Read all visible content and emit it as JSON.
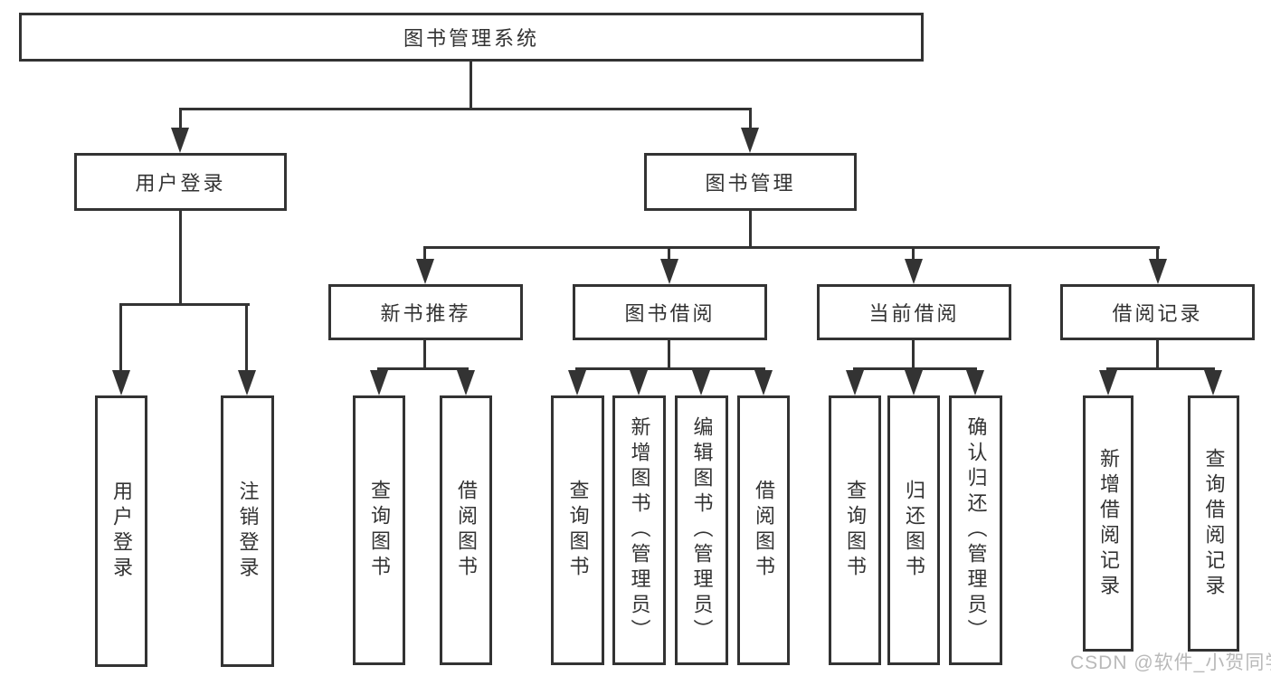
{
  "diagram": {
    "root": {
      "label": "图书管理系统"
    },
    "user_login": {
      "label": "用户登录",
      "children": [
        {
          "label": "用户登录"
        },
        {
          "label": "注销登录"
        }
      ]
    },
    "book_mgmt": {
      "label": "图书管理",
      "sections": [
        {
          "label": "新书推荐",
          "children": [
            {
              "label": "查询图书"
            },
            {
              "label": "借阅图书"
            }
          ]
        },
        {
          "label": "图书借阅",
          "children": [
            {
              "label": "查询图书"
            },
            {
              "label": "新增图书（管理员）"
            },
            {
              "label": "编辑图书（管理员）"
            },
            {
              "label": "借阅图书"
            }
          ]
        },
        {
          "label": "当前借阅",
          "children": [
            {
              "label": "查询图书"
            },
            {
              "label": "归还图书"
            },
            {
              "label": "确认归还（管理员）"
            }
          ]
        },
        {
          "label": "借阅记录",
          "children": [
            {
              "label": "新增借阅记录"
            },
            {
              "label": "查询借阅记录"
            }
          ]
        }
      ]
    }
  },
  "watermark": {
    "text": "CSDN @软件_小贺同学"
  },
  "colors": {
    "line": "#333333",
    "box_fill": "#ffffff",
    "text": "#333333",
    "watermark": "#b9b9b9"
  }
}
